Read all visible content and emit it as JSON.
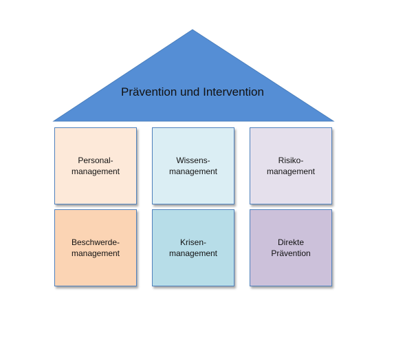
{
  "roof": {
    "title": "Prävention und Intervention",
    "color": "#4f81bd"
  },
  "pillars": [
    {
      "label": "Personal-\nmanagement",
      "color": "#fde9d9"
    },
    {
      "label": "Wissens-\nmanagement",
      "color": "#dbeef4"
    },
    {
      "label": "Risiko-\nmanagement",
      "color": "#e5e0ec"
    },
    {
      "label": "Beschwerde-\nmanagement",
      "color": "#fbd4b4"
    },
    {
      "label": "Krisen-\nmanagement",
      "color": "#b7dde8"
    },
    {
      "label": "Direkte\nPrävention",
      "color": "#ccc1da"
    }
  ]
}
